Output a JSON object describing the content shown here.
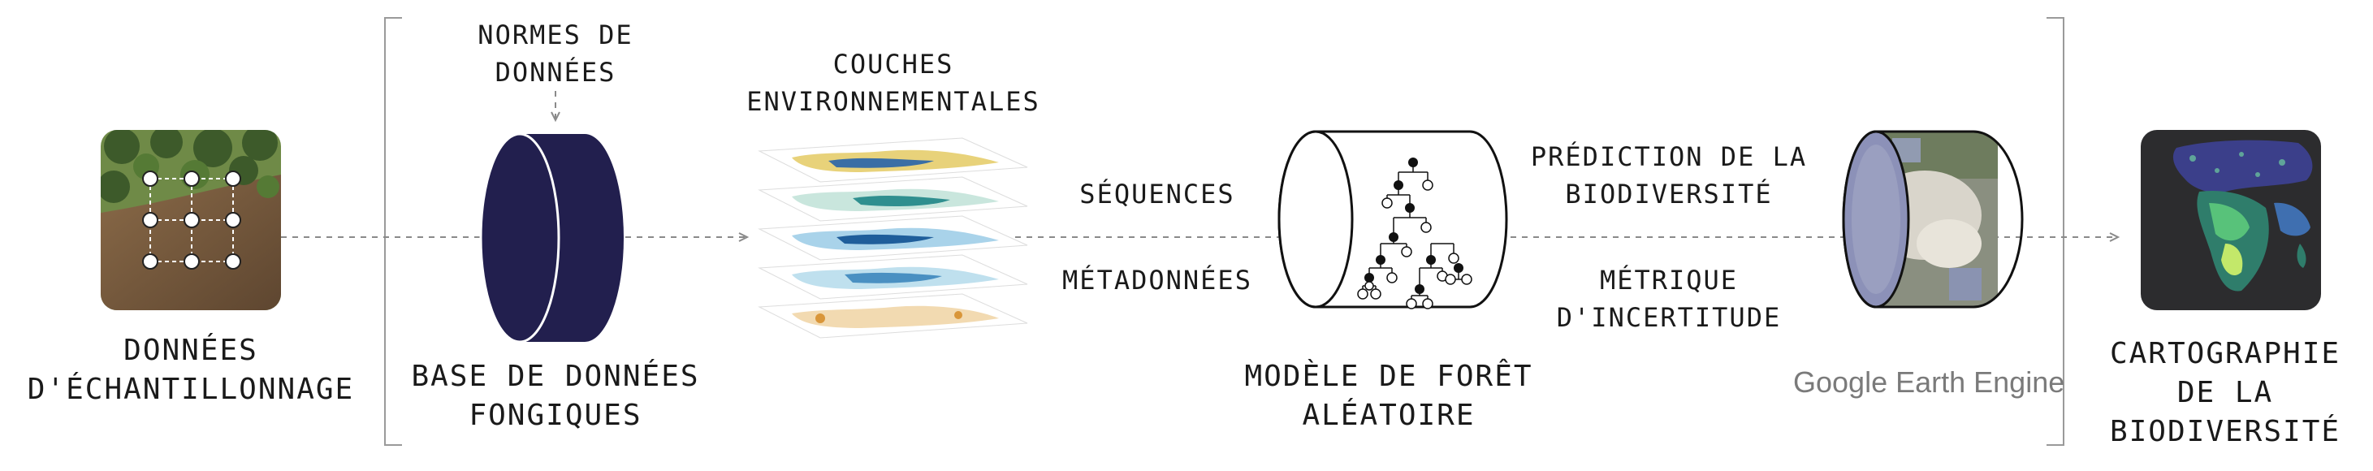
{
  "stages": {
    "sampling": {
      "lines": [
        "DONNÉES",
        "D'ÉCHANTILLONNAGE"
      ]
    },
    "standards": {
      "lines": [
        "NORMES DE",
        "DONNÉES"
      ]
    },
    "fungal_db": {
      "lines": [
        "BASE DE DONNÉES",
        "FONGIQUES"
      ]
    },
    "env_layers": {
      "lines": [
        "COUCHES",
        "ENVIRONNEMENTALES"
      ]
    },
    "sequences": {
      "label": "SÉQUENCES"
    },
    "metadata": {
      "label": "MÉTADONNÉES"
    },
    "model": {
      "lines": [
        "MODÈLE DE FORÊT",
        "ALÉATOIRE"
      ]
    },
    "prediction": {
      "lines": [
        "PRÉDICTION DE LA",
        "BIODIVERSITÉ"
      ]
    },
    "uncertainty": {
      "lines": [
        "MÉTRIQUE",
        "D'INCERTITUDE"
      ]
    },
    "gee": {
      "logo_text": "Google Earth Engine"
    },
    "mapping": {
      "lines": [
        "CARTOGRAPHIE",
        "DE LA",
        "BIODIVERSITÉ"
      ]
    }
  },
  "colors": {
    "navy": "#221f4e",
    "arrow": "#8a8a8a",
    "bracket": "#9a9a9a"
  },
  "icons": [
    "sampling-photo",
    "database-cylinder",
    "env-layer-stack",
    "random-forest-cylinder",
    "earth-engine-cylinder",
    "biodiversity-map"
  ]
}
